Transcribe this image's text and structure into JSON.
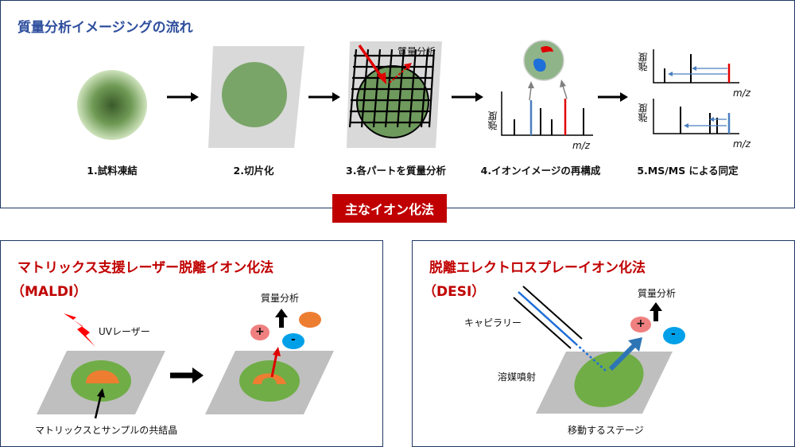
{
  "top": {
    "title": "質量分析イメージングの流れ",
    "steps": [
      "1.試料凍結",
      "2.切片化",
      "3.各パートを質量分析",
      "4.イオンイメージの再構成",
      "5.MS/MS による同定"
    ],
    "ms_label": "質量分析",
    "axis_y": "強度",
    "axis_x": "m/z"
  },
  "center_label": "主なイオン化法",
  "maldi": {
    "title_line1": "マトリックス支援レーザー脱離イオン化法",
    "title_line2": "（MALDI）",
    "uv_label": "UVレーザー",
    "crystal_label": "マトリックスとサンプルの共結晶",
    "ms_label": "質量分析",
    "plus": "+",
    "minus": "-"
  },
  "desi": {
    "title_line1": "脱離エレクトロスプレーイオン化法",
    "title_line2": "（DESI）",
    "capillary_label": "キャピラリー",
    "solvent_label": "溶媒噴射",
    "stage_label": "移動するステージ",
    "ms_label": "質量分析",
    "plus": "+",
    "minus": "-"
  },
  "colors": {
    "frame": "#1f3763",
    "title_blue": "#2f4f9e",
    "accent_red": "#c00000",
    "tissue_green": "#70a95a",
    "stage_gray": "#bfbfbf",
    "matrix_orange": "#ed7d31",
    "ion_pink": "#f08080",
    "ion_blue": "#00a0e9",
    "peak_blue": "#4a7fbf"
  }
}
